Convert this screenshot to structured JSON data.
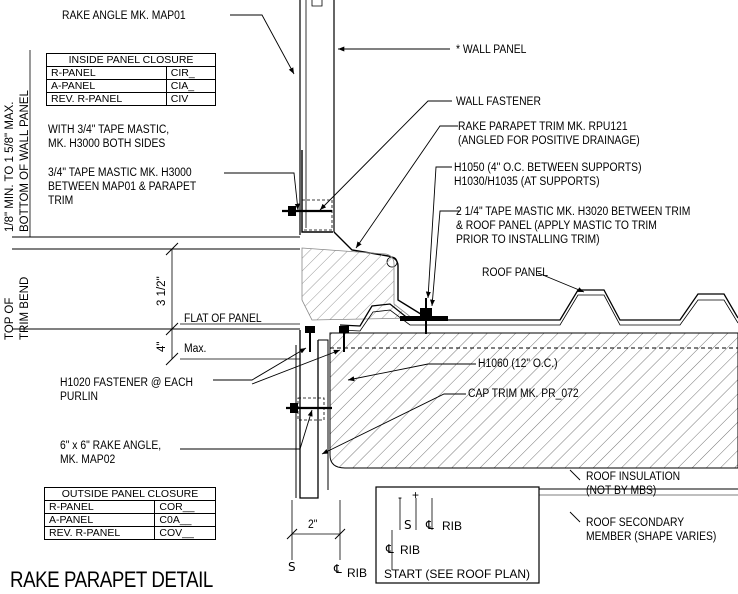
{
  "title": "RAKE PARAPET DETAIL",
  "callouts": {
    "rake_angle_map01": "RAKE ANGLE MK. MAP01",
    "wall_panel": "* WALL PANEL",
    "wall_fastener": "WALL FASTENER",
    "rake_parapet_trim": "RAKE PARAPET TRIM MK. RPU121\n(ANGLED FOR POSITIVE DRAINAGE)",
    "h1050": "H1050 (4\" O.C. BETWEEN SUPPORTS)\nH1030/H1035 (AT SUPPORTS)",
    "tape_mastic_h3020": "2 1/4\" TAPE MASTIC MK. H3020 BETWEEN TRIM\n& ROOF PANEL (APPLY MASTIC TO TRIM\nPRIOR TO INSTALLING TRIM)",
    "roof_panel": "ROOF PANEL",
    "tape_mastic_h3000": "3/4\" TAPE MASTIC MK. H3000\nBETWEEN MAP01 & PARAPET\nTRIM",
    "mastic_note": "WITH 3/4\" TAPE MASTIC,\nMK. H3000 BOTH SIDES",
    "flat_of_panel": "FLAT OF PANEL",
    "max": "Max.",
    "h1060": "H1060 (12\" O.C.)",
    "h1020": "H1020 FASTENER @ EACH\nPURLIN",
    "cap_trim": "CAP TRIM MK. PR_072",
    "rake_angle_map02": "6\" x 6\" RAKE ANGLE,\nMK. MAP02",
    "roof_insulation": "ROOF INSULATION\n(NOT BY MBS)",
    "roof_secondary": "ROOF SECONDARY\nMEMBER (SHAPE VARIES)"
  },
  "dimensions": {
    "wall_panel_range": "1/8\" MIN. TO 1 5/8\" MAX.",
    "bottom_of_wall_panel": "BOTTOM OF WALL PANEL",
    "top_of": "TOP OF",
    "trim_bend": "TRIM BEND",
    "three_half": "3 1/2\"",
    "four": "4\"",
    "two": "2\""
  },
  "centerlines": {
    "rib": "RIB",
    "cl_symbol": "℄",
    "sl_symbol": "S",
    "start": "START (SEE ROOF PLAN)",
    "minus": "-",
    "plus": "+"
  },
  "inside_closure": {
    "header": "INSIDE PANEL CLOSURE",
    "rows": [
      {
        "panel": "R-PANEL",
        "code": "CIR_"
      },
      {
        "panel": "A-PANEL",
        "code": "CIA_"
      },
      {
        "panel": "REV. R-PANEL",
        "code": "CIV"
      }
    ]
  },
  "outside_closure": {
    "header": "OUTSIDE PANEL CLOSURE",
    "rows": [
      {
        "panel": "R-PANEL",
        "code": "COR__"
      },
      {
        "panel": "A-PANEL",
        "code": "C0A__"
      },
      {
        "panel": "REV. R-PANEL",
        "code": "COV__"
      }
    ]
  }
}
